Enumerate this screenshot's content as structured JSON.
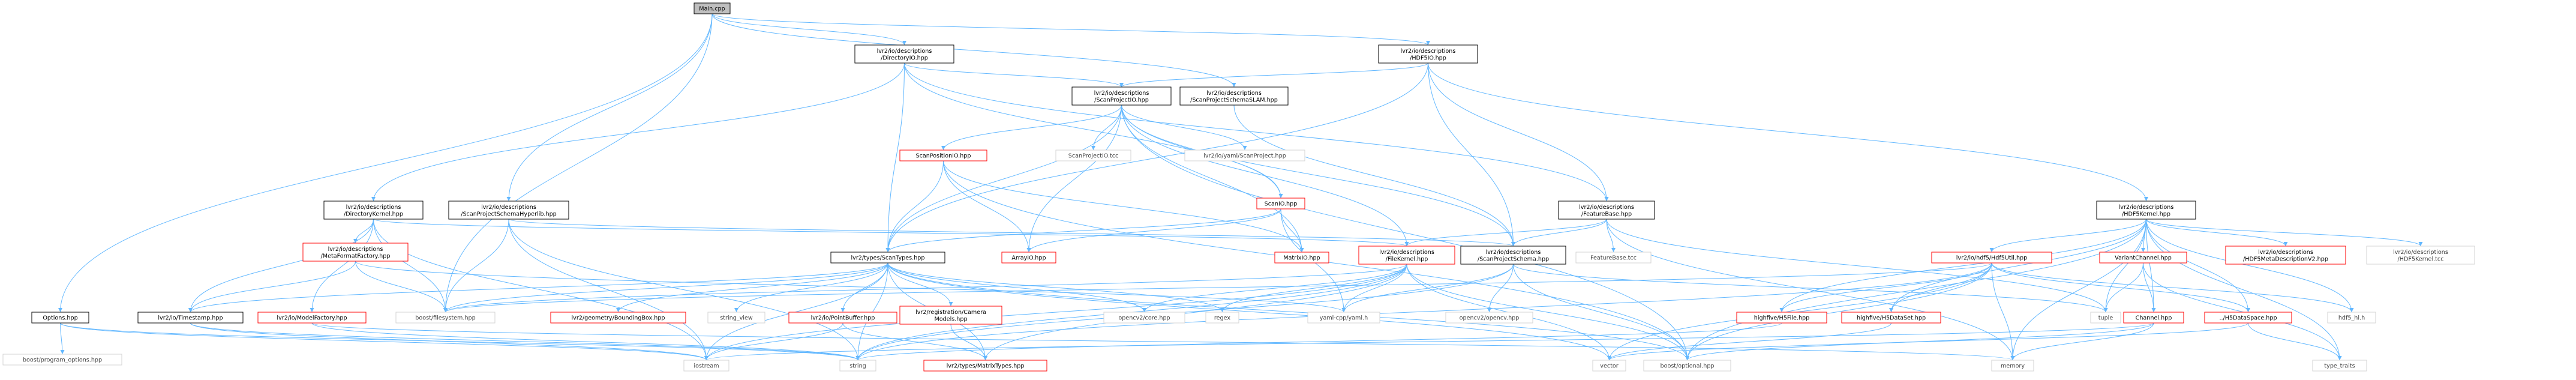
{
  "graph": {
    "type": "include-dependency-graph",
    "root": "main",
    "colors": {
      "root_fill": "#bfbfbf",
      "node_fill": "#ffffff",
      "node_border": "#000000",
      "missing_border": "#ff0000",
      "text": "#000000",
      "muted_text": "#404040",
      "edge": "#63b8ff"
    },
    "nodes": [
      {
        "id": "main",
        "label": "Main.cpp",
        "style": "root"
      },
      {
        "id": "options",
        "label": "Options.hpp",
        "style": "normal"
      },
      {
        "id": "bpo",
        "label": "boost/program_options.hpp",
        "style": "plain"
      },
      {
        "id": "dirio",
        "label": "lvr2/io/descriptions\n/DirectoryIO.hpp",
        "style": "normal"
      },
      {
        "id": "hdf5io",
        "label": "lvr2/io/descriptions\n/HDF5IO.hpp",
        "style": "normal"
      },
      {
        "id": "sppio",
        "label": "lvr2/io/descriptions\n/ScanProjectIO.hpp",
        "style": "normal"
      },
      {
        "id": "slam",
        "label": "lvr2/io/descriptions\n/ScanProjectSchemaSLAM.hpp",
        "style": "normal"
      },
      {
        "id": "hyperlib",
        "label": "lvr2/io/descriptions\n/ScanProjectSchemaHyperlib.hpp",
        "style": "normal"
      },
      {
        "id": "dirkernel",
        "label": "lvr2/io/descriptions\n/DirectoryKernel.hpp",
        "style": "normal"
      },
      {
        "id": "spposio",
        "label": "ScanPositionIO.hpp",
        "style": "missing"
      },
      {
        "id": "sppiotcc",
        "label": "ScanProjectIO.tcc",
        "style": "plain"
      },
      {
        "id": "yamlsp",
        "label": "lvr2/io/yaml/ScanProject.hpp",
        "style": "plain"
      },
      {
        "id": "featurebase",
        "label": "lvr2/io/descriptions\n/FeatureBase.hpp",
        "style": "normal"
      },
      {
        "id": "hdf5kernel",
        "label": "lvr2/io/descriptions\n/HDF5Kernel.hpp",
        "style": "normal"
      },
      {
        "id": "metaformat",
        "label": "lvr2/io/descriptions\n/MetaFormatFactory.hpp",
        "style": "missing"
      },
      {
        "id": "scantypes",
        "label": "lvr2/types/ScanTypes.hpp",
        "style": "normal"
      },
      {
        "id": "scanio",
        "label": "ScanIO.hpp",
        "style": "missing"
      },
      {
        "id": "arrayio",
        "label": "ArrayIO.hpp",
        "style": "missing"
      },
      {
        "id": "matrixio",
        "label": "MatrixIO.hpp",
        "style": "missing"
      },
      {
        "id": "filekernel",
        "label": "lvr2/io/descriptions\n/FileKernel.hpp",
        "style": "missing"
      },
      {
        "id": "schema",
        "label": "lvr2/io/descriptions\n/ScanProjectSchema.hpp",
        "style": "normal"
      },
      {
        "id": "featuretcc",
        "label": "FeatureBase.tcc",
        "style": "plain"
      },
      {
        "id": "hdf5util",
        "label": "lvr2/io/hdf5/Hdf5Util.hpp",
        "style": "missing"
      },
      {
        "id": "varchan",
        "label": "VariantChannel.hpp",
        "style": "missing"
      },
      {
        "id": "hdf5metav2",
        "label": "lvr2/io/descriptions\n/HDF5MetaDescriptionV2.hpp",
        "style": "missing"
      },
      {
        "id": "hdf5kerneltcc",
        "label": "lvr2/io/descriptions\n/HDF5Kernel.tcc",
        "style": "plain"
      },
      {
        "id": "timestamp",
        "label": "lvr2/io/Timestamp.hpp",
        "style": "normal"
      },
      {
        "id": "modelfactory",
        "label": "lvr2/io/ModelFactory.hpp",
        "style": "missing"
      },
      {
        "id": "bfs",
        "label": "boost/filesystem.hpp",
        "style": "plain"
      },
      {
        "id": "bbox",
        "label": "lvr2/geometry/BoundingBox.hpp",
        "style": "missing"
      },
      {
        "id": "strview",
        "label": "string_view",
        "style": "plain"
      },
      {
        "id": "pointbuf",
        "label": "lvr2/io/PointBuffer.hpp",
        "style": "missing"
      },
      {
        "id": "cammodels",
        "label": "lvr2/registration/Camera\nModels.hpp",
        "style": "missing"
      },
      {
        "id": "opencvcore",
        "label": "opencv2/core.hpp",
        "style": "plain"
      },
      {
        "id": "regex",
        "label": "regex",
        "style": "plain"
      },
      {
        "id": "yamlcpp",
        "label": "yaml-cpp/yaml.h",
        "style": "plain"
      },
      {
        "id": "opencv",
        "label": "opencv2/opencv.hpp",
        "style": "plain"
      },
      {
        "id": "tuple",
        "label": "tuple",
        "style": "plain"
      },
      {
        "id": "h5file",
        "label": "highfive/H5File.hpp",
        "style": "missing"
      },
      {
        "id": "h5dataset",
        "label": "highfive/H5DataSet.hpp",
        "style": "missing"
      },
      {
        "id": "channel",
        "label": "Channel.hpp",
        "style": "missing"
      },
      {
        "id": "h5dataspace",
        "label": "../H5DataSpace.hpp",
        "style": "missing"
      },
      {
        "id": "hdf5hl",
        "label": "hdf5_hl.h",
        "style": "plain"
      },
      {
        "id": "iostream",
        "label": "iostream",
        "style": "plain"
      },
      {
        "id": "string",
        "label": "string",
        "style": "plain"
      },
      {
        "id": "matrixtypes",
        "label": "lvr2/types/MatrixTypes.hpp",
        "style": "missing"
      },
      {
        "id": "vector",
        "label": "vector",
        "style": "plain"
      },
      {
        "id": "optional",
        "label": "boost/optional.hpp",
        "style": "plain"
      },
      {
        "id": "memory",
        "label": "memory",
        "style": "plain"
      },
      {
        "id": "typetraits",
        "label": "type_traits",
        "style": "plain"
      }
    ]
  }
}
